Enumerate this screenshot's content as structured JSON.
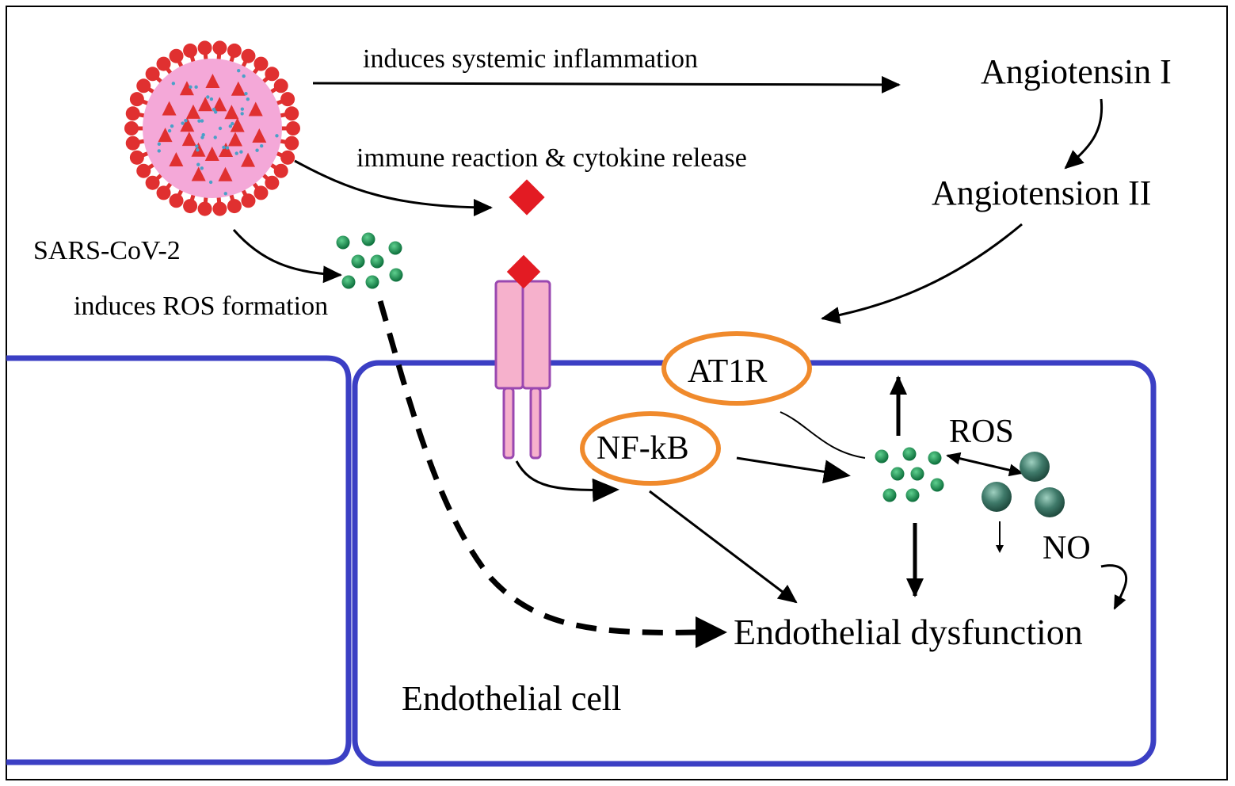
{
  "labels": {
    "systemic_inflammation": "induces systemic inflammation",
    "angiotensin_1": "Angiotensin I",
    "angiotensin_2": "Angiotension II",
    "immune_reaction": "immune reaction & cytokine release",
    "virus_name": "SARS-CoV-2",
    "ros_formation": "induces ROS formation",
    "at1r": "AT1R",
    "nfkb": "NF-kB",
    "ros": "ROS",
    "no": "NO",
    "endothelial_dysfunction": "Endothelial dysfunction",
    "endothelial_cell": "Endothelial cell"
  },
  "colors": {
    "cell_border": "#3b3fc4",
    "virus_spike": "#e03030",
    "virus_body": "#f4a8d8",
    "cytokine": "#e31b23",
    "receptor_fill": "#f6b1cc",
    "receptor_stroke": "#9a48b0",
    "ellipse_stroke": "#f08a2c",
    "ros_dot": "#0f8a4a",
    "no_sphere": "#3f7a6a"
  }
}
